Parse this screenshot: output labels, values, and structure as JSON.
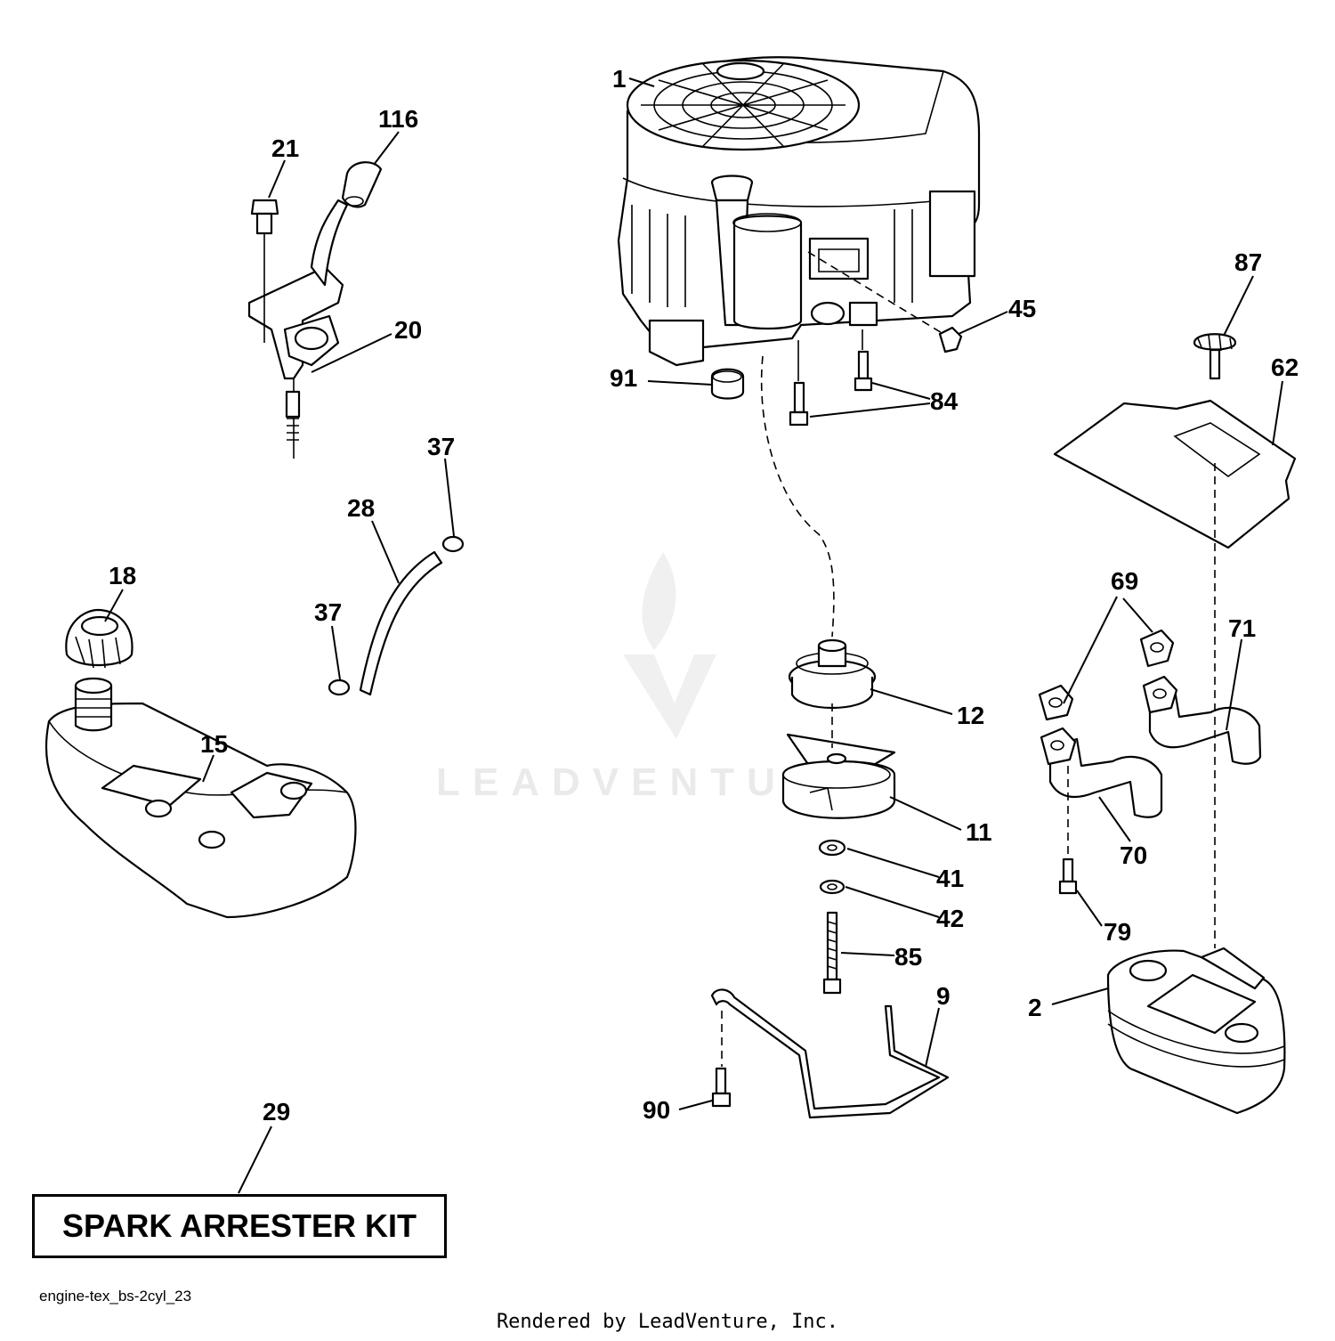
{
  "callouts": [
    "1",
    "116",
    "21",
    "20",
    "45",
    "87",
    "91",
    "84",
    "62",
    "37",
    "28",
    "18",
    "37",
    "15",
    "69",
    "71",
    "12",
    "11",
    "70",
    "41",
    "42",
    "79",
    "85",
    "9",
    "2",
    "90",
    "29"
  ],
  "kit_label": "SPARK ARRESTER KIT",
  "drawing_id": "engine-tex_bs-2cyl_23",
  "credit": "Rendered by LeadVenture, Inc.",
  "watermark": "LEADVENTURE"
}
